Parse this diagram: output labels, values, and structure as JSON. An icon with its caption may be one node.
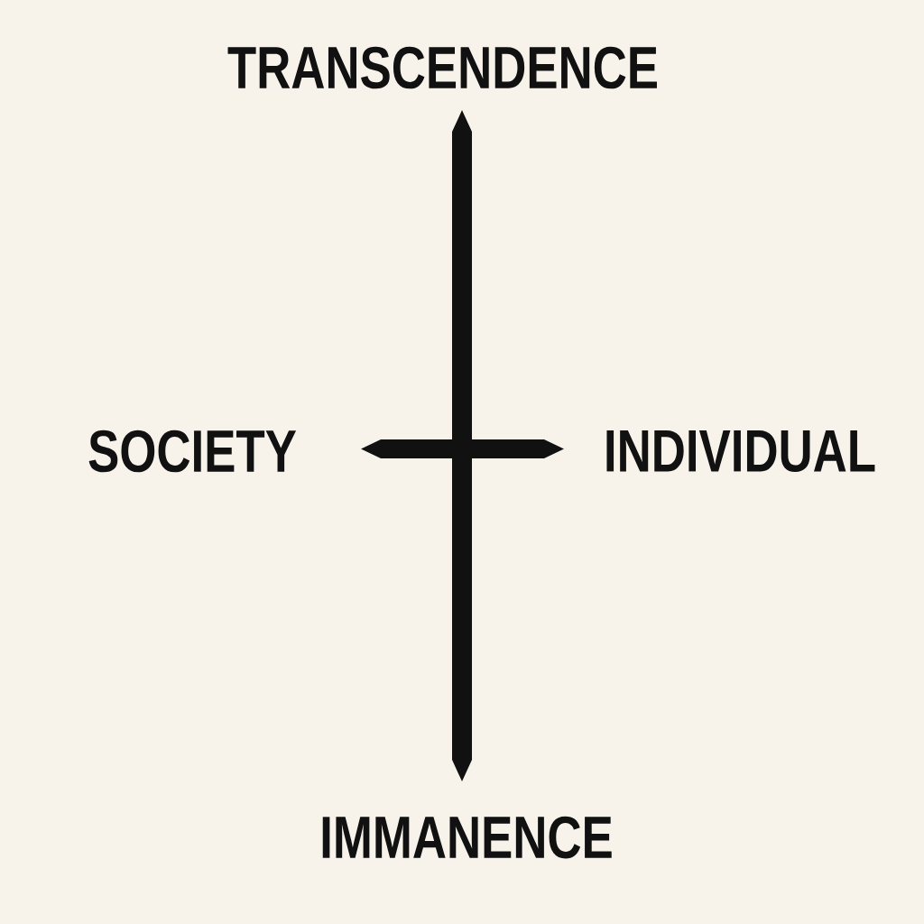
{
  "diagram": {
    "labels": [
      "TRANSCENDENCE",
      "SOCIETY",
      "INDIVIDUAL",
      "IMMANENCE"
    ]
  }
}
